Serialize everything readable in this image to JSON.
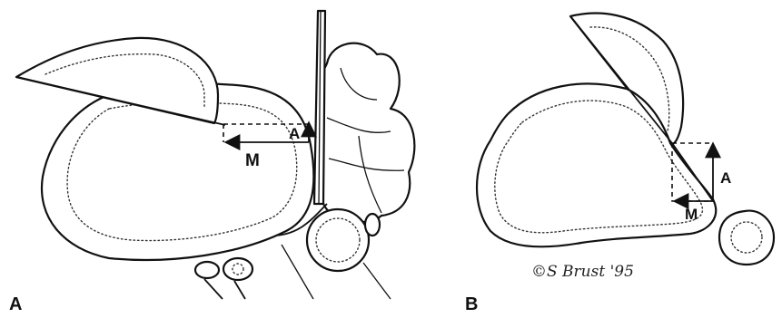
{
  "panels": [
    {
      "panel_label": "A",
      "vector_labels": {
        "anterior": "A",
        "medial": "M"
      }
    },
    {
      "panel_label": "B",
      "vector_labels": {
        "anterior": "A",
        "medial": "M"
      },
      "artist_signature": "©S Brust '95"
    }
  ]
}
